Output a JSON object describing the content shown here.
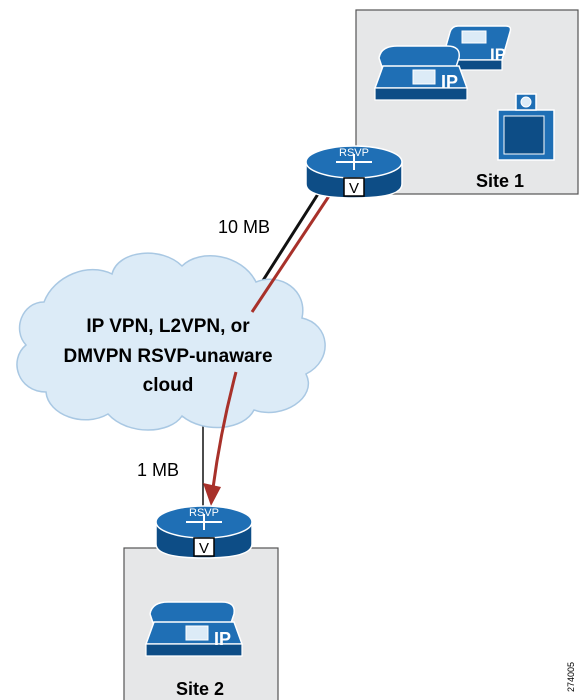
{
  "cloud": {
    "line1": "IP VPN, L2VPN, or",
    "line2": "DMVPN RSVP-unaware",
    "line3": "cloud"
  },
  "links": {
    "upper_bandwidth": "10 MB",
    "lower_bandwidth": "1 MB"
  },
  "sites": {
    "site1_label": "Site 1",
    "site2_label": "Site 2"
  },
  "router": {
    "badge": "RSVP",
    "vlabel": "V"
  },
  "phone": {
    "label": "IP"
  },
  "figure_id": "274005",
  "colors": {
    "device_blue": "#1f6fb5",
    "device_dark": "#0d4d86",
    "cloud_fill": "#dcebf7",
    "cloud_stroke": "#a9c8e3",
    "site_fill": "#e6e7e8",
    "rsvp_path": "#a8312a"
  }
}
